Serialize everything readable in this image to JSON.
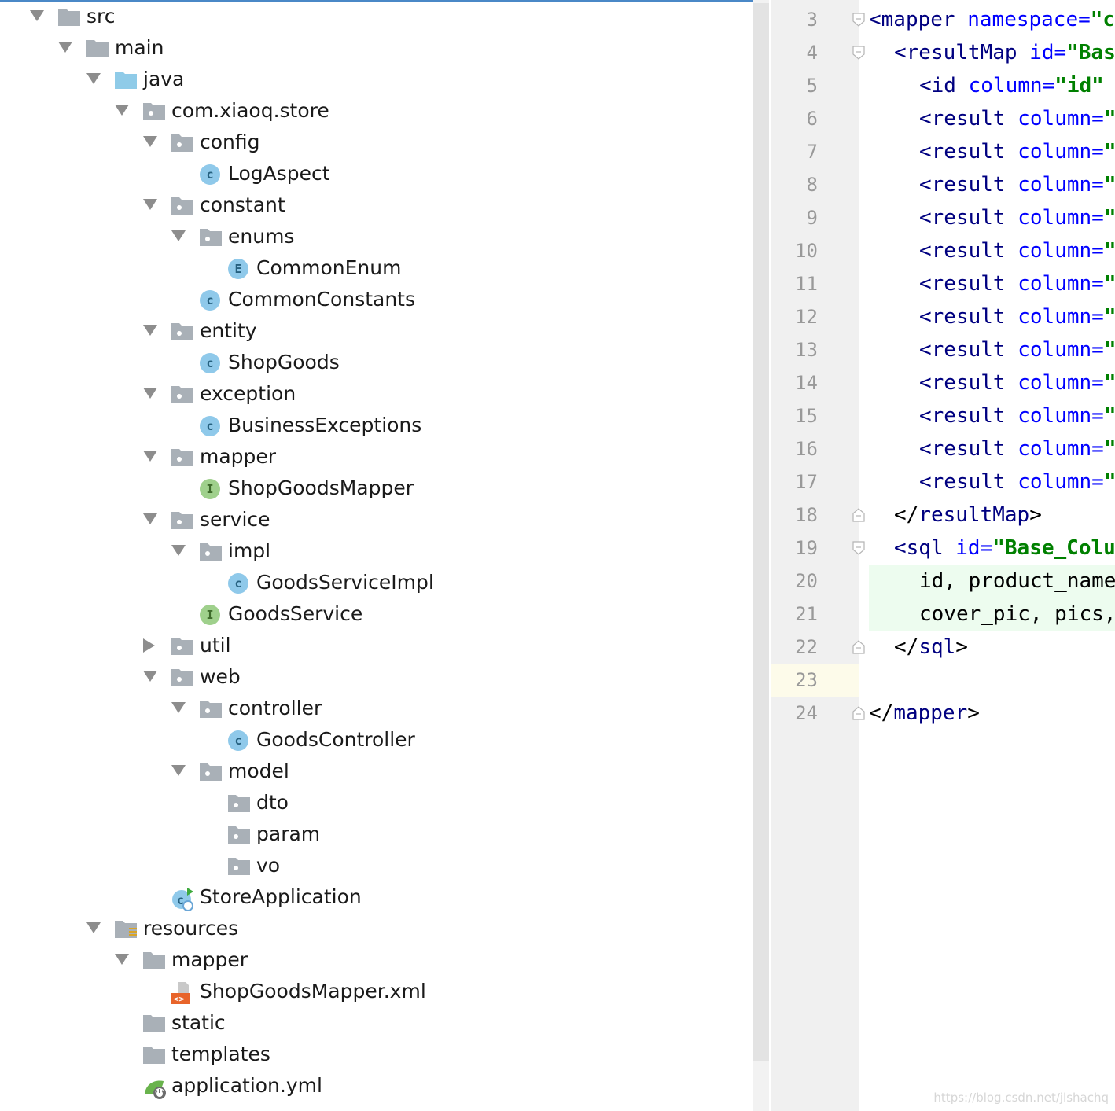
{
  "tree": {
    "rows": [
      {
        "label": "src",
        "depth": 0,
        "arrow": "down",
        "icon": "folder-gray"
      },
      {
        "label": "main",
        "depth": 1,
        "arrow": "down",
        "icon": "folder-gray"
      },
      {
        "label": "java",
        "depth": 2,
        "arrow": "down",
        "icon": "folder-blue"
      },
      {
        "label": "com.xiaoq.store",
        "depth": 3,
        "arrow": "down",
        "icon": "package"
      },
      {
        "label": "config",
        "depth": 4,
        "arrow": "down",
        "icon": "package"
      },
      {
        "label": "LogAspect",
        "depth": 5,
        "arrow": "none",
        "icon": "class-c"
      },
      {
        "label": "constant",
        "depth": 4,
        "arrow": "down",
        "icon": "package"
      },
      {
        "label": "enums",
        "depth": 5,
        "arrow": "down",
        "icon": "package"
      },
      {
        "label": "CommonEnum",
        "depth": 6,
        "arrow": "none",
        "icon": "enum-e"
      },
      {
        "label": "CommonConstants",
        "depth": 5,
        "arrow": "none",
        "icon": "class-c"
      },
      {
        "label": "entity",
        "depth": 4,
        "arrow": "down",
        "icon": "package"
      },
      {
        "label": "ShopGoods",
        "depth": 5,
        "arrow": "none",
        "icon": "class-c"
      },
      {
        "label": "exception",
        "depth": 4,
        "arrow": "down",
        "icon": "package"
      },
      {
        "label": "BusinessExceptions",
        "depth": 5,
        "arrow": "none",
        "icon": "class-c"
      },
      {
        "label": "mapper",
        "depth": 4,
        "arrow": "down",
        "icon": "package"
      },
      {
        "label": "ShopGoodsMapper",
        "depth": 5,
        "arrow": "none",
        "icon": "interface-i"
      },
      {
        "label": "service",
        "depth": 4,
        "arrow": "down",
        "icon": "package"
      },
      {
        "label": "impl",
        "depth": 5,
        "arrow": "down",
        "icon": "package"
      },
      {
        "label": "GoodsServiceImpl",
        "depth": 6,
        "arrow": "none",
        "icon": "class-c"
      },
      {
        "label": "GoodsService",
        "depth": 5,
        "arrow": "none",
        "icon": "interface-i"
      },
      {
        "label": "util",
        "depth": 4,
        "arrow": "right",
        "icon": "package"
      },
      {
        "label": "web",
        "depth": 4,
        "arrow": "down",
        "icon": "package"
      },
      {
        "label": "controller",
        "depth": 5,
        "arrow": "down",
        "icon": "package"
      },
      {
        "label": "GoodsController",
        "depth": 6,
        "arrow": "none",
        "icon": "class-c"
      },
      {
        "label": "model",
        "depth": 5,
        "arrow": "down",
        "icon": "package"
      },
      {
        "label": "dto",
        "depth": 6,
        "arrow": "none",
        "icon": "package"
      },
      {
        "label": "param",
        "depth": 6,
        "arrow": "none",
        "icon": "package"
      },
      {
        "label": "vo",
        "depth": 6,
        "arrow": "none",
        "icon": "package"
      },
      {
        "label": "StoreApplication",
        "depth": 4,
        "arrow": "none",
        "icon": "spring-class"
      },
      {
        "label": "resources",
        "depth": 2,
        "arrow": "down",
        "icon": "folder-resources"
      },
      {
        "label": "mapper",
        "depth": 3,
        "arrow": "down",
        "icon": "folder-gray"
      },
      {
        "label": "ShopGoodsMapper.xml",
        "depth": 4,
        "arrow": "none",
        "icon": "xml-file"
      },
      {
        "label": "static",
        "depth": 3,
        "arrow": "none",
        "icon": "folder-gray"
      },
      {
        "label": "templates",
        "depth": 3,
        "arrow": "none",
        "icon": "folder-gray"
      },
      {
        "label": "application.yml",
        "depth": 3,
        "arrow": "none",
        "icon": "yml-spring"
      }
    ]
  },
  "editor": {
    "current_line": "23",
    "lines": [
      {
        "num": "3",
        "indent": 0,
        "fold": "open",
        "tokens": [
          [
            "tag",
            "<mapper "
          ],
          [
            "attr",
            "namespace="
          ],
          [
            "str",
            "\"c"
          ]
        ]
      },
      {
        "num": "4",
        "indent": 1,
        "fold": "open",
        "tokens": [
          [
            "tag",
            "<resultMap "
          ],
          [
            "attr",
            "id="
          ],
          [
            "str",
            "\"Bas"
          ]
        ]
      },
      {
        "num": "5",
        "indent": 2,
        "fold": "none",
        "tokens": [
          [
            "tag",
            "<id "
          ],
          [
            "attr",
            "column="
          ],
          [
            "str",
            "\"id\""
          ]
        ]
      },
      {
        "num": "6",
        "indent": 2,
        "fold": "none",
        "tokens": [
          [
            "tag",
            "<result "
          ],
          [
            "attr",
            "column="
          ],
          [
            "str",
            "\""
          ]
        ]
      },
      {
        "num": "7",
        "indent": 2,
        "fold": "none",
        "tokens": [
          [
            "tag",
            "<result "
          ],
          [
            "attr",
            "column="
          ],
          [
            "str",
            "\""
          ]
        ]
      },
      {
        "num": "8",
        "indent": 2,
        "fold": "none",
        "tokens": [
          [
            "tag",
            "<result "
          ],
          [
            "attr",
            "column="
          ],
          [
            "str",
            "\""
          ]
        ]
      },
      {
        "num": "9",
        "indent": 2,
        "fold": "none",
        "tokens": [
          [
            "tag",
            "<result "
          ],
          [
            "attr",
            "column="
          ],
          [
            "str",
            "\""
          ]
        ]
      },
      {
        "num": "10",
        "indent": 2,
        "fold": "none",
        "tokens": [
          [
            "tag",
            "<result "
          ],
          [
            "attr",
            "column="
          ],
          [
            "str",
            "\""
          ]
        ]
      },
      {
        "num": "11",
        "indent": 2,
        "fold": "none",
        "tokens": [
          [
            "tag",
            "<result "
          ],
          [
            "attr",
            "column="
          ],
          [
            "str",
            "\""
          ]
        ]
      },
      {
        "num": "12",
        "indent": 2,
        "fold": "none",
        "tokens": [
          [
            "tag",
            "<result "
          ],
          [
            "attr",
            "column="
          ],
          [
            "str",
            "\""
          ]
        ]
      },
      {
        "num": "13",
        "indent": 2,
        "fold": "none",
        "tokens": [
          [
            "tag",
            "<result "
          ],
          [
            "attr",
            "column="
          ],
          [
            "str",
            "\""
          ]
        ]
      },
      {
        "num": "14",
        "indent": 2,
        "fold": "none",
        "tokens": [
          [
            "tag",
            "<result "
          ],
          [
            "attr",
            "column="
          ],
          [
            "str",
            "\""
          ]
        ]
      },
      {
        "num": "15",
        "indent": 2,
        "fold": "none",
        "tokens": [
          [
            "tag",
            "<result "
          ],
          [
            "attr",
            "column="
          ],
          [
            "str",
            "\""
          ]
        ]
      },
      {
        "num": "16",
        "indent": 2,
        "fold": "none",
        "tokens": [
          [
            "tag",
            "<result "
          ],
          [
            "attr",
            "column="
          ],
          [
            "str",
            "\""
          ]
        ]
      },
      {
        "num": "17",
        "indent": 2,
        "fold": "none",
        "tokens": [
          [
            "tag",
            "<result "
          ],
          [
            "attr",
            "column="
          ],
          [
            "str",
            "\""
          ]
        ]
      },
      {
        "num": "18",
        "indent": 1,
        "fold": "close",
        "tokens": [
          [
            "plain",
            "</"
          ],
          [
            "tag",
            "resultMap"
          ],
          [
            "plain",
            ">"
          ]
        ]
      },
      {
        "num": "19",
        "indent": 1,
        "fold": "open",
        "tokens": [
          [
            "tag",
            "<sql "
          ],
          [
            "attr",
            "id="
          ],
          [
            "str",
            "\"Base_Colu"
          ]
        ]
      },
      {
        "num": "20",
        "indent": 2,
        "fold": "none",
        "inject": true,
        "tokens": [
          [
            "plain",
            "id, product_name"
          ]
        ]
      },
      {
        "num": "21",
        "indent": 2,
        "fold": "none",
        "inject": true,
        "tokens": [
          [
            "plain",
            "cover_pic, pics,"
          ]
        ]
      },
      {
        "num": "22",
        "indent": 1,
        "fold": "close",
        "tokens": [
          [
            "plain",
            "</"
          ],
          [
            "tag",
            "sql"
          ],
          [
            "plain",
            ">"
          ]
        ]
      },
      {
        "num": "23",
        "indent": 0,
        "fold": "none",
        "tokens": []
      },
      {
        "num": "24",
        "indent": 0,
        "fold": "close",
        "tokens": [
          [
            "plain",
            "</"
          ],
          [
            "tag",
            "mapper"
          ],
          [
            "plain",
            ">"
          ]
        ]
      }
    ]
  },
  "watermark": "https://blog.csdn.net/jlshachq",
  "colors": {
    "class_icon": "#8fc9ea",
    "class_letter": "#25607f",
    "interface_icon": "#9fd08c",
    "interface_letter": "#3e6b2b",
    "folder_gray": "#a9b0b7",
    "folder_blue": "#8fcbe8",
    "xml": "#e8642a"
  }
}
